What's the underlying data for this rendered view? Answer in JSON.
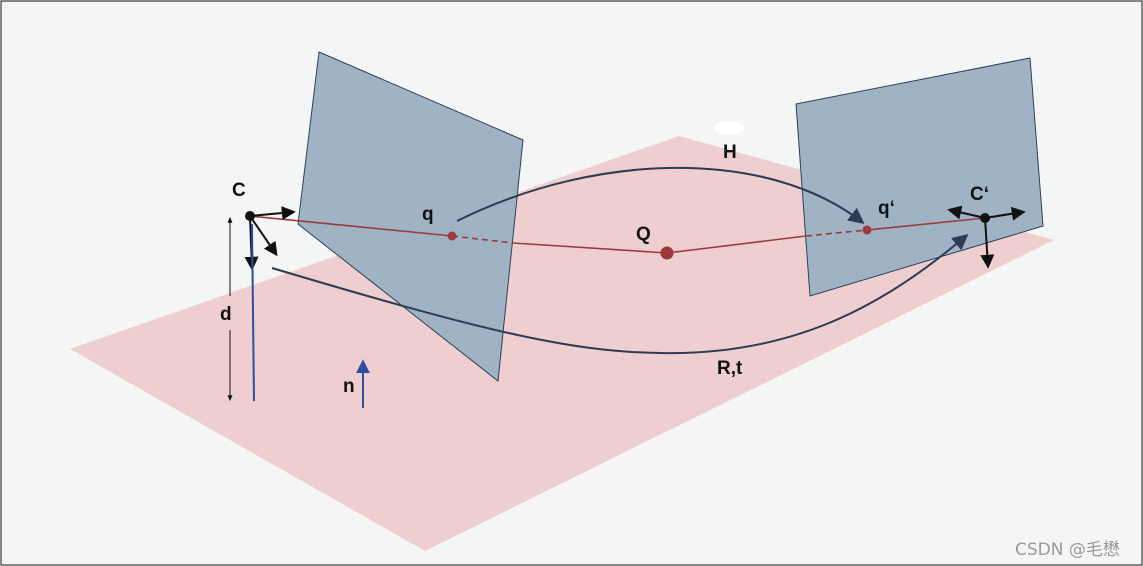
{
  "labels": {
    "camera_center_left": "C",
    "camera_center_right": "C‘",
    "image_point_left": "q",
    "image_point_right": "q‘",
    "world_point": "Q",
    "homography": "H",
    "rotation_translation": "R,t",
    "distance": "d",
    "normal": "n"
  },
  "watermark": "CSDN @毛懋",
  "colors": {
    "background": "#f4f6f6",
    "ground_plane": "#eecece",
    "image_plane_fill": "#a0b3c4",
    "image_plane_stroke": "#2e3f5c",
    "ray": "#9c3b3b",
    "point": "#9c3b3b",
    "curve": "#2d3b55",
    "normal_arrow": "#2d4fa0",
    "axes": "#111111"
  }
}
